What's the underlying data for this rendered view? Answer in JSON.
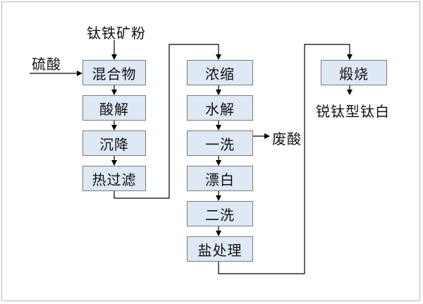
{
  "colors": {
    "box_fill": "#dfe8f5",
    "box_border": "#7a7a7a",
    "line": "#000000",
    "frame_border": "#b9b9b9"
  },
  "inputs": {
    "raw_material": "钛铁矿粉",
    "acid": "硫酸"
  },
  "column1": [
    "混合物",
    "酸解",
    "沉降",
    "热过滤"
  ],
  "column2": [
    "浓缩",
    "水解",
    "一洗",
    "漂白",
    "二洗",
    "盐处理"
  ],
  "column3": [
    "煅烧"
  ],
  "outputs": {
    "waste_acid": "废酸",
    "product": "锐钛型钛白"
  }
}
